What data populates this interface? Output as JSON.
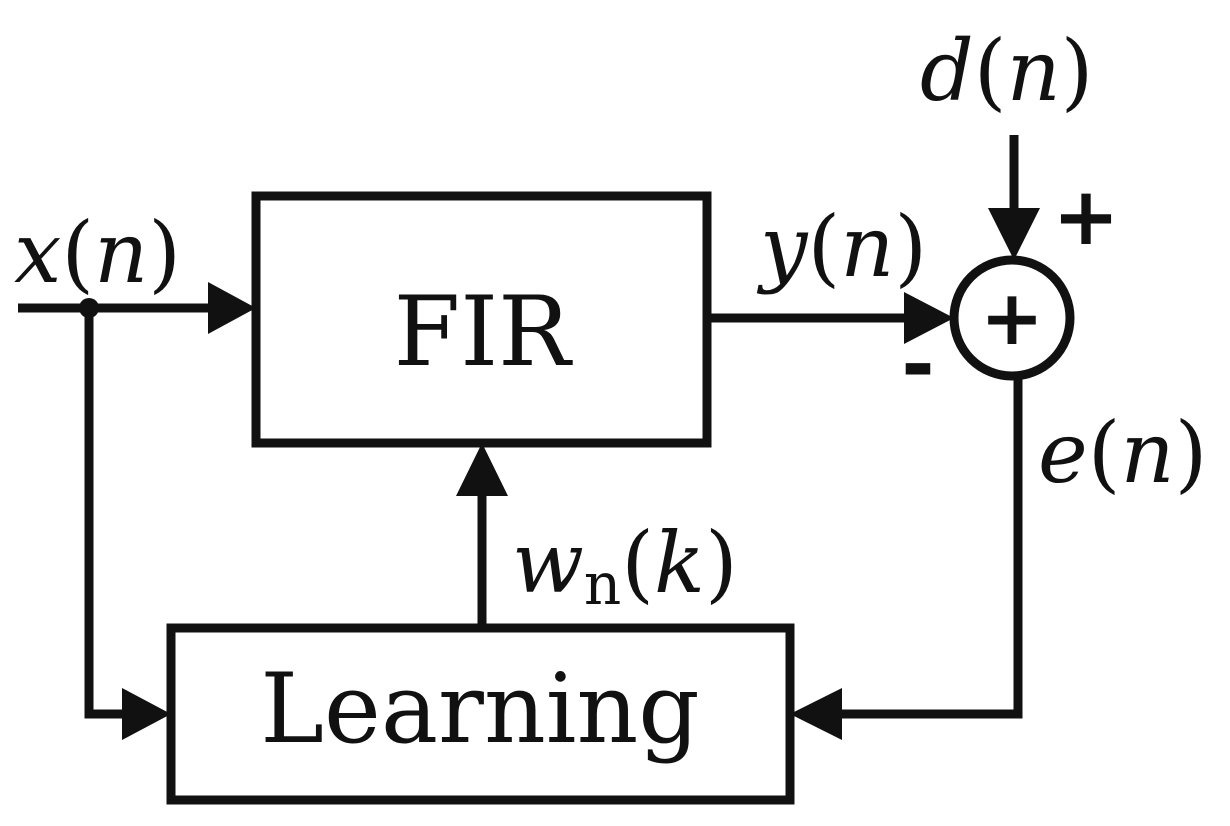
{
  "blocks": {
    "fir": "FIR",
    "learning": "Learning",
    "summer": "+"
  },
  "signals": {
    "input": {
      "var": "x",
      "arg": "n"
    },
    "desired": {
      "var": "d",
      "arg": "n"
    },
    "output": {
      "var": "y",
      "arg": "n"
    },
    "error": {
      "var": "e",
      "arg": "n"
    },
    "weights": {
      "var": "w",
      "sub": "n",
      "arg": "k"
    }
  },
  "signs": {
    "desired": "+",
    "output": "-"
  }
}
